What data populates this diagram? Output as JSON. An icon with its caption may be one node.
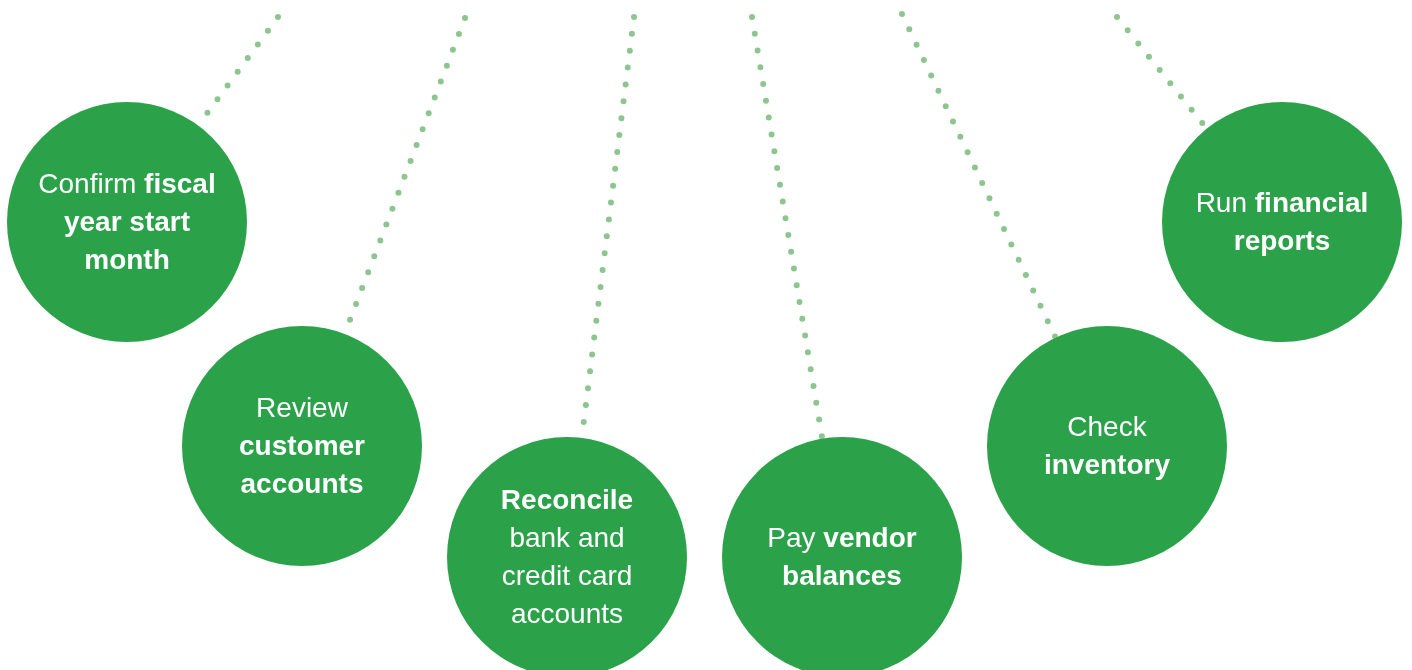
{
  "diagram": {
    "nodes": [
      {
        "text": [
          "Confirm **fiscal year start month**"
        ]
      },
      {
        "text": [
          "Review **customer accounts**"
        ]
      },
      {
        "text": [
          "**Reconcile** bank and credit card accounts"
        ]
      },
      {
        "text": [
          "Pay **vendor balances**"
        ]
      },
      {
        "text": [
          "Check **inventory**"
        ]
      },
      {
        "text": [
          "Run **financial reports**"
        ]
      }
    ],
    "edges": [
      {
        "from": null,
        "to": 0,
        "arrow": "none"
      },
      {
        "from": null,
        "to": 1,
        "arrow": "none"
      },
      {
        "from": null,
        "to": 2,
        "arrow": "none"
      },
      {
        "from": null,
        "to": 3,
        "arrow": "none"
      },
      {
        "from": null,
        "to": 4,
        "arrow": "none"
      },
      {
        "from": null,
        "to": 5,
        "arrow": "none"
      }
    ]
  }
}
